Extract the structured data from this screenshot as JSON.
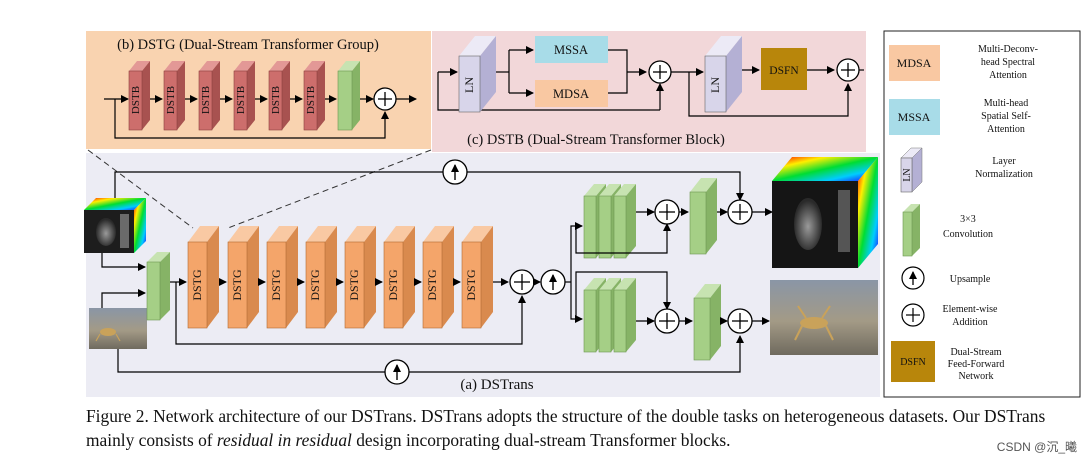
{
  "panels": {
    "dstg_title": "(b) DSTG (Dual-Stream Transformer Group)",
    "dstb_title": "(c) DSTB (Dual-Stream Transformer Block)",
    "dstrans_title": "(a) DSTrans"
  },
  "blocks": {
    "dstb": "DSTB",
    "dstg": "DSTG",
    "ln": "LN",
    "mssa": "MSSA",
    "mdsa": "MDSA",
    "dsfn": "DSFN"
  },
  "legend": {
    "mdsa": {
      "label": "MDSA",
      "desc": [
        "Multi-Deconv-",
        "head Spectral",
        "Attention"
      ]
    },
    "mssa": {
      "label": "MSSA",
      "desc": [
        "Multi-head",
        "Spatial Self-",
        "Attention"
      ]
    },
    "ln": {
      "label": "LN",
      "desc": [
        "Layer",
        "Normalization"
      ]
    },
    "conv": {
      "desc": [
        "3×3",
        "Convolution"
      ]
    },
    "upsample": {
      "desc": [
        "Upsample"
      ]
    },
    "add": {
      "desc": [
        "Element-wise",
        "Addition"
      ]
    },
    "dsfn": {
      "label": "DSFN",
      "desc": [
        "Dual-Stream",
        "Feed-Forward",
        "Network"
      ]
    }
  },
  "caption": {
    "lead": "Figure 2. Network architecture of our DSTrans. DSTrans adopts the structure of the double tasks on heterogeneous datasets. Our DSTrans mainly consists of ",
    "italic": "residual in residual",
    "tail": " design incorporating dual-stream Transformer blocks."
  },
  "watermark": "CSDN @沉_曦",
  "colors": {
    "dstg_panel": "#f9d3b0",
    "dstb_panel": "#f2d7d9",
    "main_panel": "#ececf4",
    "dstb_block": "#cd6e6c",
    "dstg_block": "#f4a56a",
    "conv_block": "#a5cf86",
    "ln_block": "#d8d5ea",
    "mssa": "#a8dce8",
    "mdsa": "#f9c8a2",
    "dsfn": "#b8860b"
  }
}
